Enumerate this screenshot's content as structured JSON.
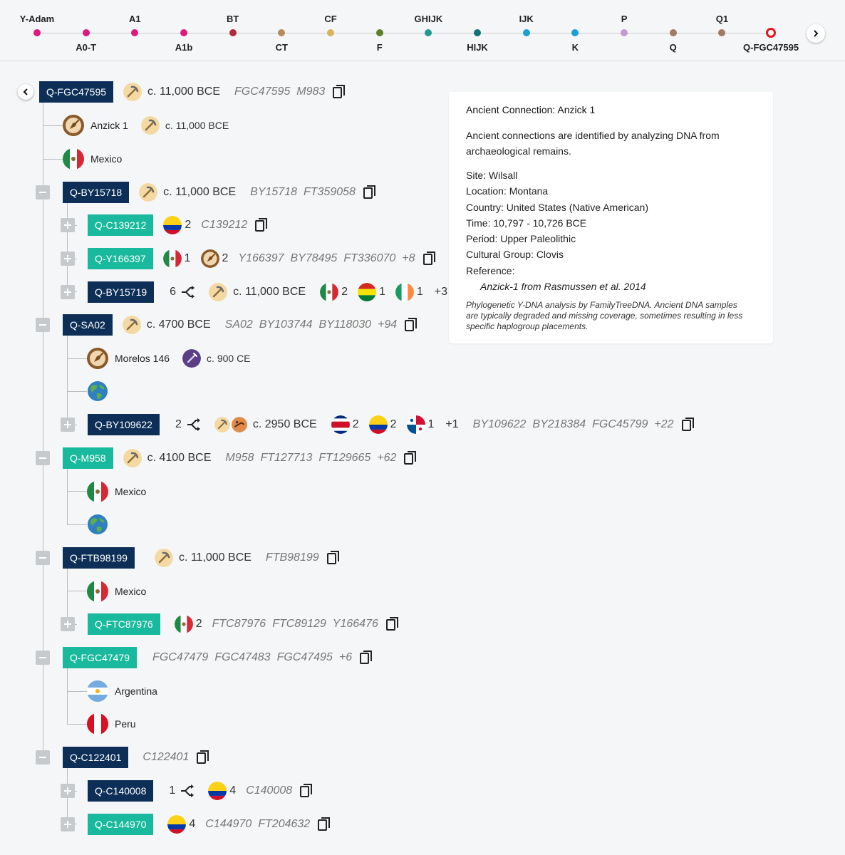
{
  "timeline": {
    "nodes": [
      {
        "label": "Y-Adam",
        "color": "#e0197d",
        "pos": "up"
      },
      {
        "label": "A0-T",
        "color": "#e0197d",
        "pos": "down"
      },
      {
        "label": "A1",
        "color": "#e0197d",
        "pos": "up"
      },
      {
        "label": "A1b",
        "color": "#e0197d",
        "pos": "down"
      },
      {
        "label": "BT",
        "color": "#b32a3c",
        "pos": "up"
      },
      {
        "label": "CT",
        "color": "#b58a5c",
        "pos": "down"
      },
      {
        "label": "CF",
        "color": "#d9b45c",
        "pos": "up"
      },
      {
        "label": "F",
        "color": "#5d7f26",
        "pos": "down"
      },
      {
        "label": "GHIJK",
        "color": "#1f9a8c",
        "pos": "up"
      },
      {
        "label": "HIJK",
        "color": "#11727a",
        "pos": "down"
      },
      {
        "label": "IJK",
        "color": "#1a9fd6",
        "pos": "up"
      },
      {
        "label": "K",
        "color": "#1a9fd6",
        "pos": "down"
      },
      {
        "label": "P",
        "color": "#c39ad0",
        "pos": "up"
      },
      {
        "label": "Q",
        "color": "#a07a66",
        "pos": "down"
      },
      {
        "label": "Q1",
        "color": "#a07a66",
        "pos": "up"
      },
      {
        "label": "Q-FGC47595",
        "color": "#e3161f",
        "pos": "down",
        "current": true
      }
    ]
  },
  "tree": {
    "root": {
      "haplogroup": "Q-FGC47595",
      "date": "c. 11,000 BCE",
      "snps": [
        "FGC47595",
        "M983"
      ]
    },
    "anzick": {
      "label": "Anzick 1",
      "date": "c. 11,000 BCE"
    },
    "mexico1": {
      "label": "Mexico"
    },
    "by15718": {
      "haplogroup": "Q-BY15718",
      "date": "c. 11,000 BCE",
      "snps": [
        "BY15718",
        "FT359058"
      ]
    },
    "c139212": {
      "haplogroup": "Q-C139212",
      "flag_count": "2",
      "snps": [
        "C139212"
      ]
    },
    "y166397": {
      "haplogroup": "Q-Y166397",
      "count1": "1",
      "count2": "2",
      "snps": [
        "Y166397",
        "BY78495",
        "FT336070",
        "+8"
      ]
    },
    "by15719": {
      "haplogroup": "Q-BY15719",
      "branches": "6",
      "date": "c. 11,000 BCE",
      "count1": "2",
      "count2": "1",
      "count3": "1",
      "more": "+3"
    },
    "sa02": {
      "haplogroup": "Q-SA02",
      "date": "c. 4700 BCE",
      "snps": [
        "SA02",
        "BY103744",
        "BY118030",
        "+94"
      ]
    },
    "morelos": {
      "label": "Morelos 146",
      "date": "c. 900 CE"
    },
    "by109622": {
      "haplogroup": "Q-BY109622",
      "branches": "2",
      "date": "c. 2950 BCE",
      "count1": "2",
      "count2": "2",
      "count3": "1",
      "more": "+1",
      "snps": [
        "BY109622",
        "BY218384",
        "FGC45799",
        "+22"
      ]
    },
    "m958": {
      "haplogroup": "Q-M958",
      "date": "c. 4100 BCE",
      "snps": [
        "M958",
        "FT127713",
        "FT129665",
        "+62"
      ]
    },
    "mexico2": {
      "label": "Mexico"
    },
    "ftb98199": {
      "haplogroup": "Q-FTB98199",
      "date": "c. 11,000 BCE",
      "snps": [
        "FTB98199"
      ]
    },
    "mexico3": {
      "label": "Mexico"
    },
    "ftc87976": {
      "haplogroup": "Q-FTC87976",
      "count": "2",
      "snps": [
        "FTC87976",
        "FTC89129",
        "Y166476"
      ]
    },
    "fgc47479": {
      "haplogroup": "Q-FGC47479",
      "snps": [
        "FGC47479",
        "FGC47483",
        "FGC47495",
        "+6"
      ]
    },
    "argentina": {
      "label": "Argentina"
    },
    "peru": {
      "label": "Peru"
    },
    "c122401": {
      "haplogroup": "Q-C122401",
      "snps": [
        "C122401"
      ]
    },
    "c140008": {
      "haplogroup": "Q-C140008",
      "branches": "1",
      "count": "4",
      "snps": [
        "C140008"
      ]
    },
    "c144970": {
      "haplogroup": "Q-C144970",
      "count": "4",
      "snps": [
        "C144970",
        "FT204632"
      ]
    }
  },
  "panel": {
    "title": "Ancient Connection: Anzick 1",
    "description": "Ancient connections are identified by analyzing DNA from archaeological remains.",
    "lines": [
      "Site: Wilsall",
      "Location: Montana",
      "Country: United States (Native American)",
      "Time: 10,797 - 10,726 BCE",
      "Period: Upper Paleolithic",
      "Cultural Group: Clovis",
      "Reference:"
    ],
    "reference": "Anzick-1 from Rasmussen et al. 2014",
    "note": "Phylogenetic Y-DNA analysis by FamilyTreeDNA. Ancient DNA samples are typically degraded and missing coverage, sometimes resulting in less specific haplogroup placements."
  },
  "icons": {
    "date": "pickaxe-icon",
    "ancient": "trowel-icon",
    "globe": "globe-icon",
    "copy": "copy-icon",
    "branch": "branch-icon"
  },
  "colors": {
    "navy": "#0d2f57",
    "teal": "#19b99d",
    "current": "#e3161f"
  }
}
